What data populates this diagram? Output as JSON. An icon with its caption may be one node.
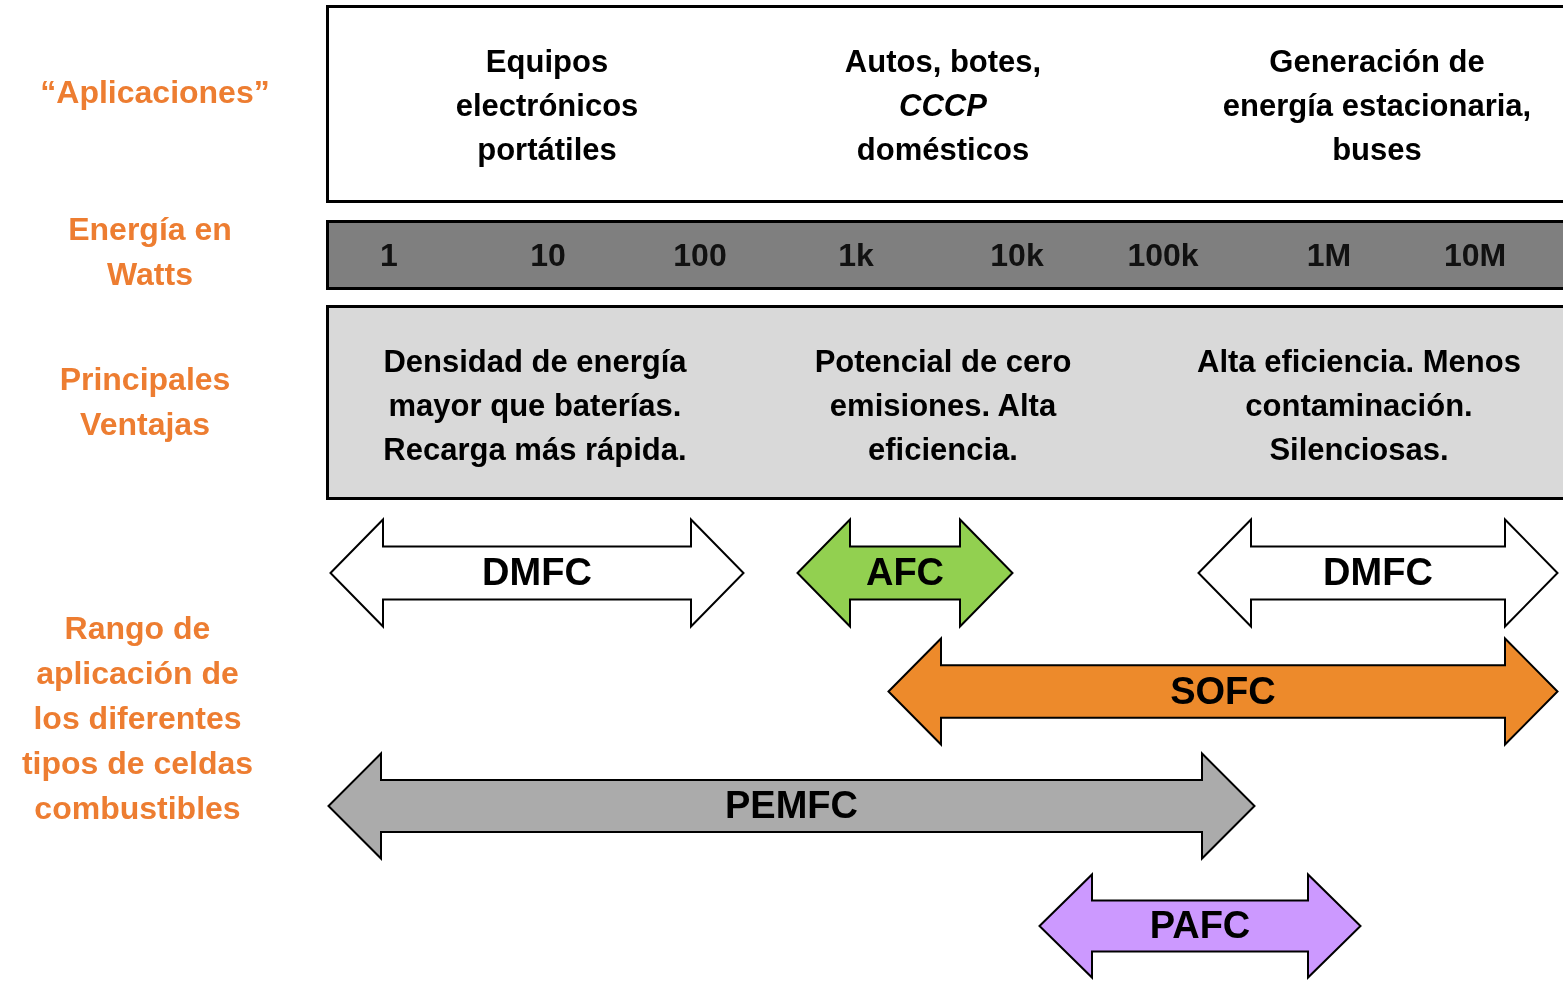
{
  "diagram": {
    "nodes": [
      {
        "text": [
          "Equipos electrónicos portátiles",
          "Autos, botes, *CCCP* domésticos",
          "Generación de energía estacionaria, buses"
        ]
      },
      {
        "text": [
          "1",
          "10",
          "100",
          "1k",
          "10k",
          "100k",
          "1M",
          "10M"
        ]
      },
      {
        "text": [
          "Densidad de energía mayor que baterías. Recarga más rápida.",
          "Potencial de cero emisiones. Alta eficiencia.",
          "Alta eficiencia. Menos contaminación. Silenciosas."
        ]
      },
      {
        "text": [
          "DMFC"
        ]
      },
      {
        "text": [
          "AFC"
        ]
      },
      {
        "text": [
          "DMFC"
        ]
      },
      {
        "text": [
          "SOFC"
        ]
      },
      {
        "text": [
          "PEMFC"
        ]
      },
      {
        "text": [
          "PAFC"
        ]
      }
    ],
    "labels": [
      "“Aplicaciones”",
      "Energía en Watts",
      "Principales Ventajas",
      "Rango de aplicación de los diferentes tipos de celdas combustibles"
    ]
  }
}
